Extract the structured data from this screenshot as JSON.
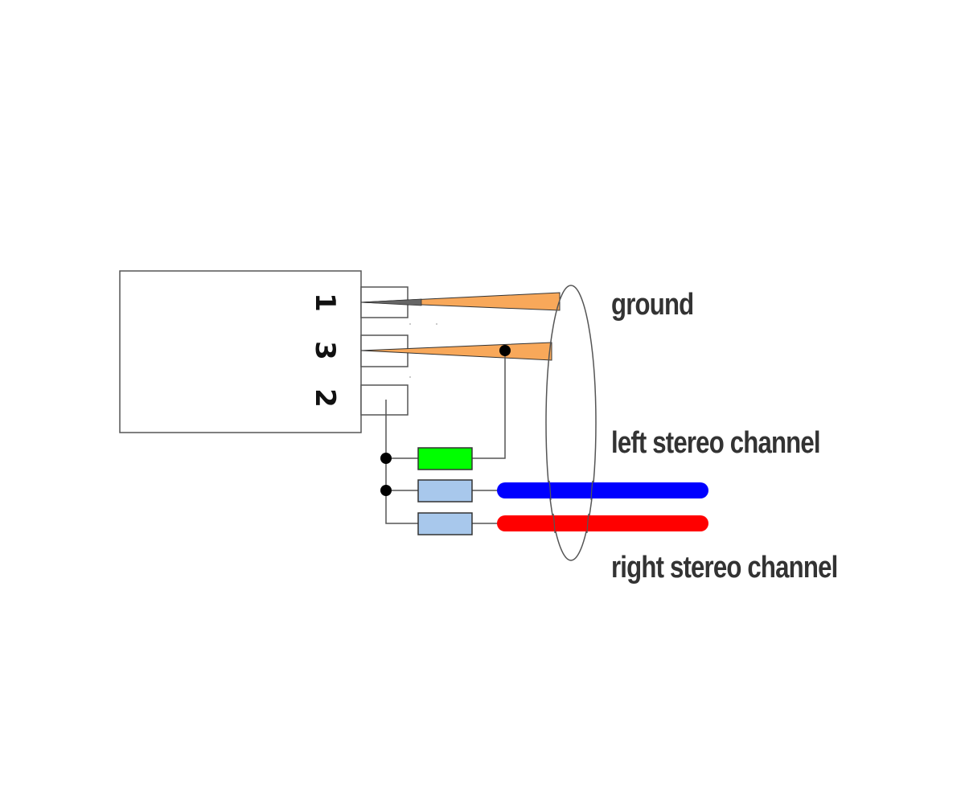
{
  "diagram": {
    "connector": {
      "pins": [
        {
          "number": "1"
        },
        {
          "number": "3"
        },
        {
          "number": "2"
        }
      ]
    },
    "labels": {
      "ground": "ground",
      "left": "left stereo channel",
      "right": "right stereo channel"
    },
    "colors": {
      "ground_wire": "#f8a85a",
      "ground_resistor": "#00ff00",
      "channel_resistor": "#a8c8ec",
      "left_wire": "#0000ff",
      "right_wire": "#ff0000",
      "line": "#555555",
      "text": "#333333"
    }
  }
}
